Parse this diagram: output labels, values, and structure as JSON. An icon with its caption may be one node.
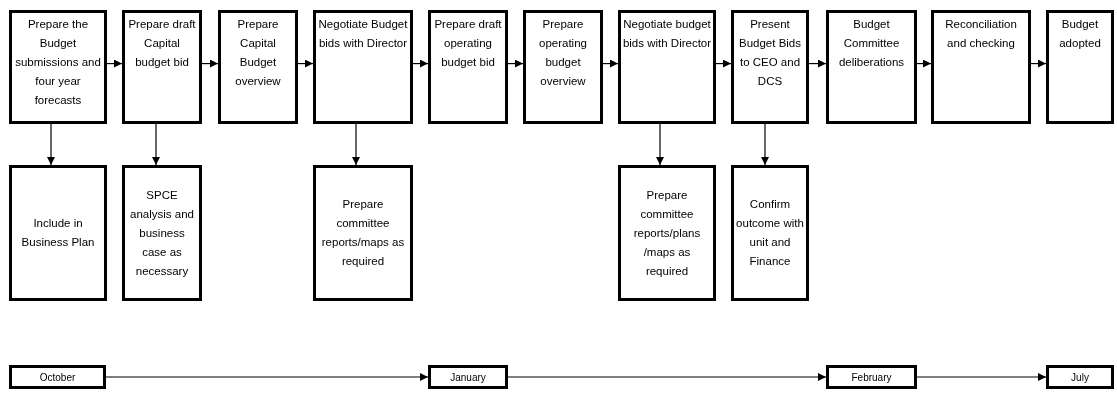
{
  "diagram": {
    "nodes": [
      {
        "text": [
          "Prepare the Budget submissions and four year forecasts"
        ]
      },
      {
        "text": [
          "Prepare draft Capital budget bid"
        ]
      },
      {
        "text": [
          "Prepare Capital Budget overview"
        ]
      },
      {
        "text": [
          "Negotiate Budget bids with Director"
        ]
      },
      {
        "text": [
          "Prepare draft operating budget bid"
        ]
      },
      {
        "text": [
          "Prepare operating budget overview"
        ]
      },
      {
        "text": [
          "Negotiate budget bids with Director"
        ]
      },
      {
        "text": [
          "Present Budget Bids to CEO and DCS"
        ]
      },
      {
        "text": [
          "Budget Committee deliberations"
        ]
      },
      {
        "text": [
          "Reconciliation and checking"
        ]
      },
      {
        "text": [
          "Budget adopted"
        ]
      },
      {
        "text": [
          "Include in Business Plan"
        ]
      },
      {
        "text": [
          "SPCE analysis and business case as necessary"
        ]
      },
      {
        "text": [
          "Prepare committee reports/maps as required"
        ]
      },
      {
        "text": [
          "Prepare committee reports/plans /maps as required"
        ]
      },
      {
        "text": [
          "Confirm outcome with unit and Finance"
        ]
      },
      {
        "text": [
          "October"
        ]
      },
      {
        "text": [
          "January"
        ]
      },
      {
        "text": [
          "February"
        ]
      },
      {
        "text": [
          "July"
        ]
      }
    ],
    "edges": [
      {
        "from": 0,
        "to": 1,
        "arrow": "to"
      },
      {
        "from": 1,
        "to": 2,
        "arrow": "to"
      },
      {
        "from": 2,
        "to": 3,
        "arrow": "to"
      },
      {
        "from": 3,
        "to": 4,
        "arrow": "to"
      },
      {
        "from": 4,
        "to": 5,
        "arrow": "to"
      },
      {
        "from": 5,
        "to": 6,
        "arrow": "to"
      },
      {
        "from": 6,
        "to": 7,
        "arrow": "to"
      },
      {
        "from": 7,
        "to": 8,
        "arrow": "to"
      },
      {
        "from": 8,
        "to": 9,
        "arrow": "to"
      },
      {
        "from": 9,
        "to": 10,
        "arrow": "to"
      },
      {
        "from": 0,
        "to": 11,
        "arrow": "to"
      },
      {
        "from": 1,
        "to": 12,
        "arrow": "to"
      },
      {
        "from": 3,
        "to": 13,
        "arrow": "to"
      },
      {
        "from": 6,
        "to": 14,
        "arrow": "to"
      },
      {
        "from": 7,
        "to": 15,
        "arrow": "to"
      },
      {
        "from": 16,
        "to": 17,
        "arrow": "to"
      },
      {
        "from": 17,
        "to": 18,
        "arrow": "to"
      },
      {
        "from": 18,
        "to": 19,
        "arrow": "to"
      }
    ]
  }
}
